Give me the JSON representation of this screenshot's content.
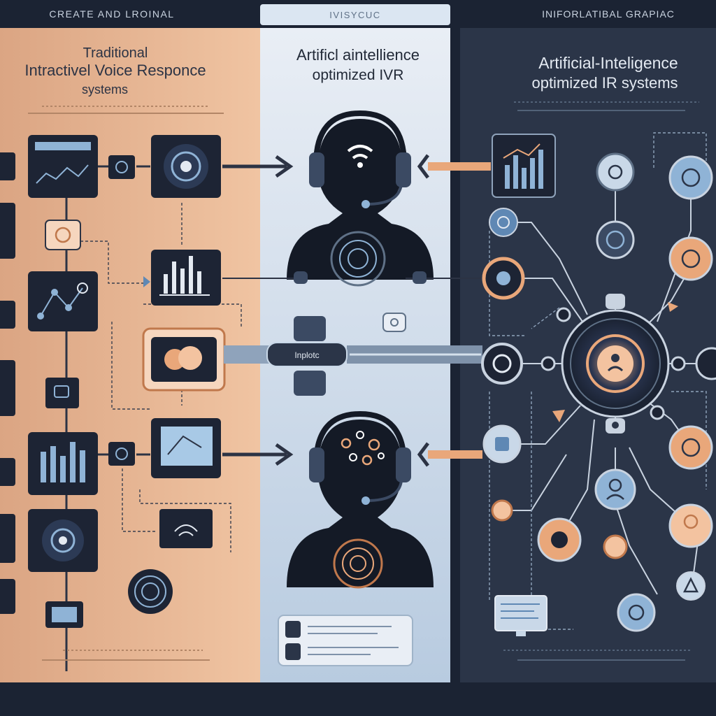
{
  "header": {
    "left_label": "CREATE AND LROINAL",
    "center_label": "IVISYCUC",
    "right_label": "INIFORLATIBAL GRAPIAC"
  },
  "panels": {
    "left": {
      "title_lines": [
        "Traditional",
        "Intractivel Voice Responce",
        "systems"
      ]
    },
    "center": {
      "title_lines": [
        "Artificl aintellience",
        "optimized IVR"
      ]
    },
    "right": {
      "title_lines": [
        "Artificial-Inteligence",
        "optimized IR systems"
      ]
    }
  },
  "bridge": {
    "label": "Inplotc"
  },
  "colors": {
    "left_panel": "#e8b48e",
    "center_panel": "#c9d8e8",
    "right_panel": "#2b3548",
    "frame": "#1b2333",
    "accent_orange": "#e9a77a",
    "accent_blue": "#8fb3d6"
  },
  "icons": {
    "agent_top": "headset-agent-icon",
    "agent_bottom": "headset-ai-brain-icon",
    "hub": "ai-hub-icon",
    "monitor": "monitor-icon"
  }
}
